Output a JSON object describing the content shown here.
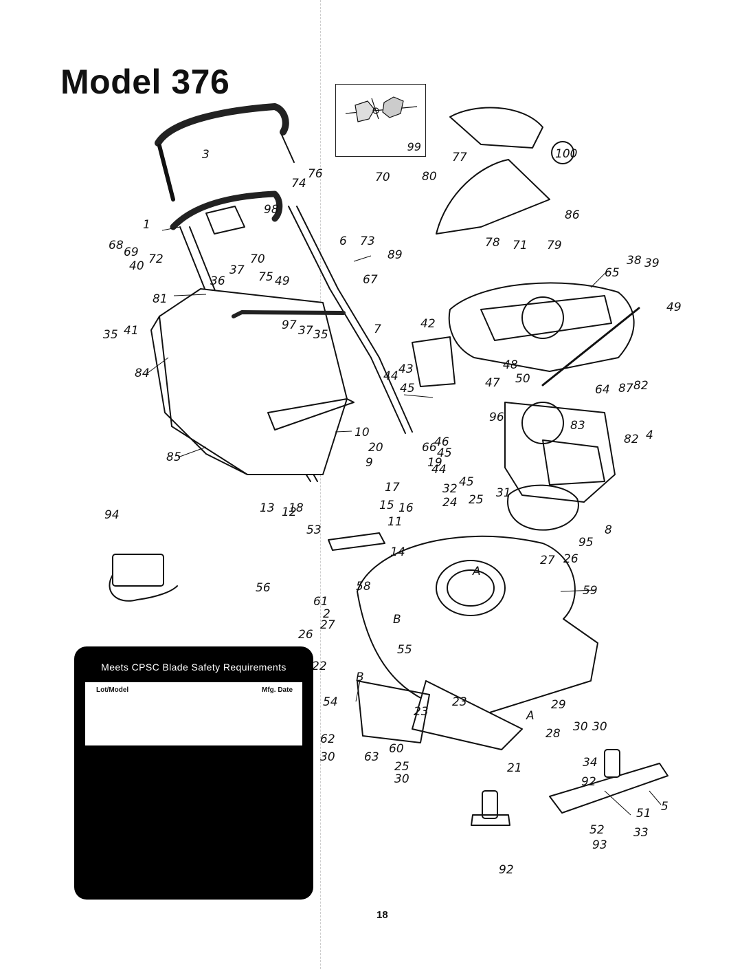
{
  "page": {
    "title": "Model 376",
    "page_number": "18",
    "detail_callout": "99",
    "circled_callout": "100"
  },
  "plate": {
    "heading": "Meets CPSC Blade Safety Requirements",
    "lot_model_label": "Lot/Model",
    "mfg_date_label": "Mfg. Date"
  },
  "callouts": [
    "3",
    "1",
    "68",
    "69",
    "72",
    "40",
    "70",
    "36",
    "37",
    "75",
    "49",
    "98",
    "74",
    "76",
    "70",
    "6",
    "73",
    "89",
    "81",
    "97",
    "37",
    "35",
    "67",
    "7",
    "35",
    "41",
    "84",
    "10",
    "85",
    "13",
    "12",
    "20",
    "9",
    "19",
    "17",
    "18",
    "15",
    "16",
    "11",
    "94",
    "53",
    "14",
    "56",
    "58",
    "61",
    "2",
    "27",
    "26",
    "B",
    "22",
    "55",
    "B",
    "54",
    "23",
    "62",
    "30",
    "63",
    "60",
    "25",
    "30",
    "23",
    "A",
    "29",
    "28",
    "30",
    "21",
    "34",
    "92",
    "51",
    "5",
    "52",
    "33",
    "93",
    "92",
    "42",
    "44",
    "43",
    "45",
    "47",
    "48",
    "50",
    "64",
    "87",
    "82",
    "66",
    "46",
    "45",
    "96",
    "83",
    "82",
    "4",
    "44",
    "45",
    "32",
    "31",
    "24",
    "25",
    "8",
    "95",
    "27",
    "26",
    "59",
    "A",
    "77",
    "80",
    "78",
    "71",
    "79",
    "86",
    "65",
    "38",
    "39",
    "49",
    "30"
  ],
  "colors": {
    "ink": "#111111",
    "plate": "#000000",
    "paper": "#ffffff"
  }
}
